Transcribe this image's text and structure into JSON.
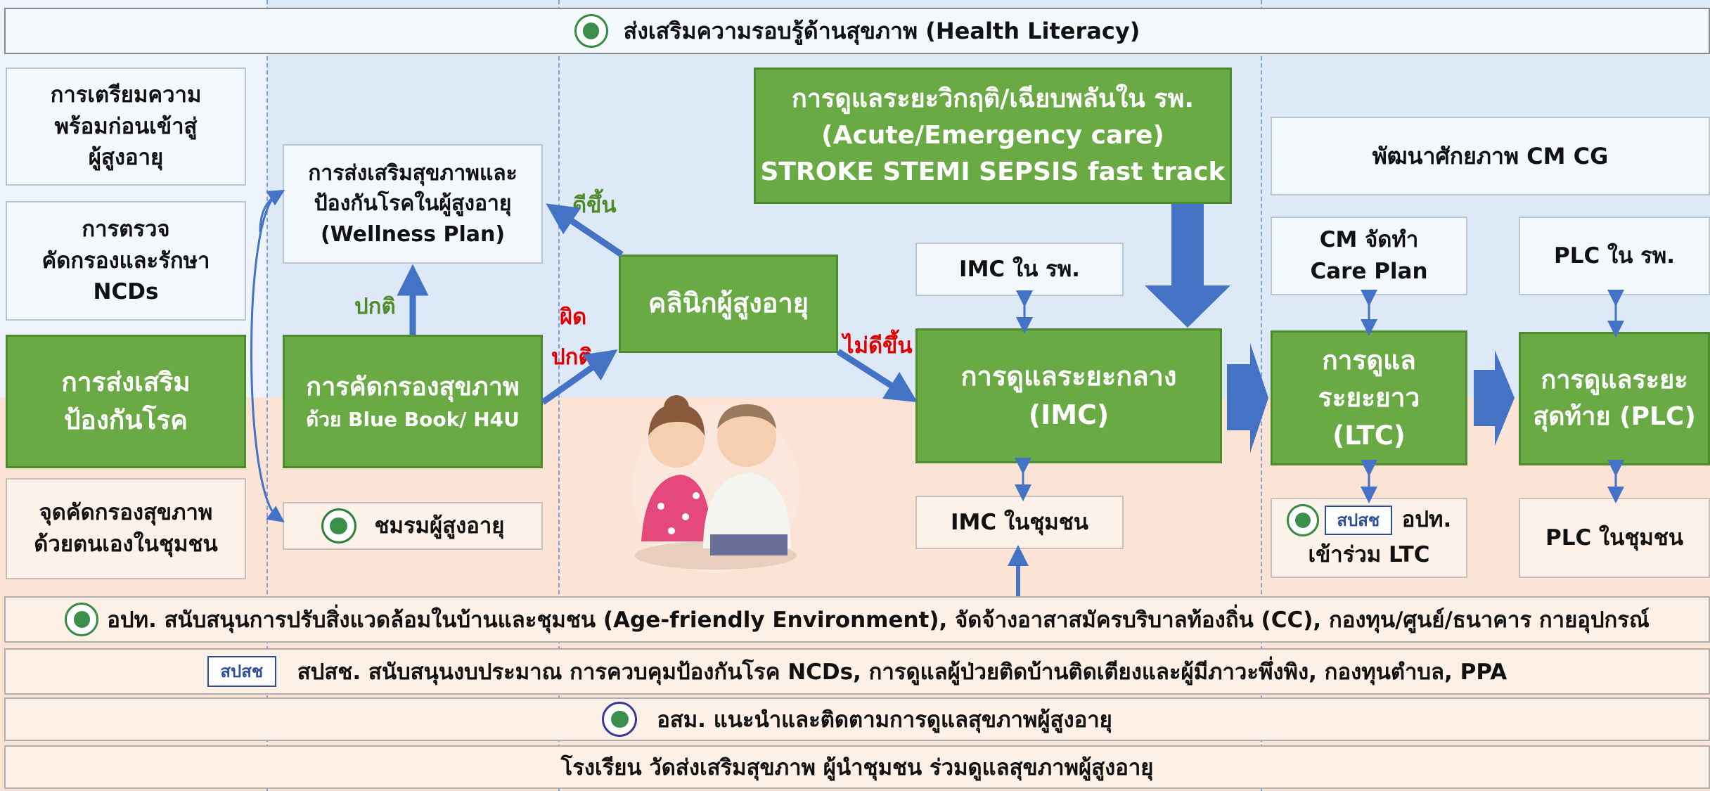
{
  "header": "ส่งเสริมความรอบรู้ด้านสุขภาพ (Health Literacy)",
  "left_column": {
    "prep": [
      "การเตรียมความ",
      "พร้อมก่อนเข้าสู่",
      "ผู้สูงอายุ"
    ],
    "screen": [
      "การตรวจ",
      "คัดกรองและรักษา",
      "NCDs"
    ],
    "promote": [
      "การส่งเสริม",
      "ป้องกันโรค"
    ],
    "selfscreen": [
      "จุดคัดกรองสุขภาพ",
      "ด้วยตนเองในชุมชน"
    ]
  },
  "wellness": [
    "การส่งเสริมสุขภาพและ",
    "ป้องกันโรคในผู้สูงอายุ",
    "(Wellness Plan)"
  ],
  "screening": [
    "การคัดกรองสุขภาพ",
    "ด้วย Blue Book/ H4U"
  ],
  "elder_club": "ชมรมผู้สูงอายุ",
  "labels": {
    "normal": "ปกติ",
    "abnormal": [
      "ผิด",
      "ปกติ"
    ],
    "better": "ดีขึ้น",
    "not_better": "ไม่ดีขึ้น"
  },
  "clinic": "คลินิกผู้สูงอายุ",
  "acute": [
    "การดูแลระยะวิกฤติ/เฉียบพลันใน รพ.",
    "(Acute/Emergency care)",
    "STROKE STEMI SEPSIS fast track"
  ],
  "imc_hospital": "IMC ใน รพ.",
  "imc": [
    "การดูแลระยะกลาง",
    "(IMC)"
  ],
  "imc_community": "IMC ในชุมชน",
  "cm_cg": "พัฒนาศักยภาพ CM CG",
  "care_plan": [
    "CM จัดทำ",
    "Care Plan"
  ],
  "ltc": [
    "การดูแล",
    "ระยะยาว",
    "(LTC)"
  ],
  "ltc_partners": {
    "logo_text": "สปสช",
    "org": "อปท.",
    "join": "เข้าร่วม LTC"
  },
  "plc_hospital": "PLC ใน รพ.",
  "plc": [
    "การดูแลระยะ",
    "สุดท้าย (PLC)"
  ],
  "plc_community": "PLC ในชุมชน",
  "bottom_bars": [
    "อปท. สนับสนุนการปรับสิ่งแวดล้อมในบ้านและชุมชน (Age-friendly Environment), จัดจ้างอาสาสมัครบริบาลท้องถิ่น (CC), กองทุน/ศูนย์/ธนาคาร กายอุปกรณ์",
    "สปสช. สนับสนุนงบประมาณ การควบคุมป้องกันโรค NCDs, การดูแลผู้ป่วยติดบ้านติดเตียงและผู้มีภาวะพึ่งพิง, กองทุนตำบล, PPA",
    "อสม. แนะนำและติดตามการดูแลสุขภาพผู้สูงอายุ",
    "โรงเรียน วัดส่งเสริมสุขภาพ ผู้นำชุมชน ร่วมดูแลสุขภาพผู้สูงอายุ"
  ],
  "nhso_logo_text": "สปสช",
  "colors": {
    "green": "#6aaa45",
    "arrow_blue": "#4472c4",
    "label_green": "#4f8a2a",
    "label_red": "#e00000"
  }
}
